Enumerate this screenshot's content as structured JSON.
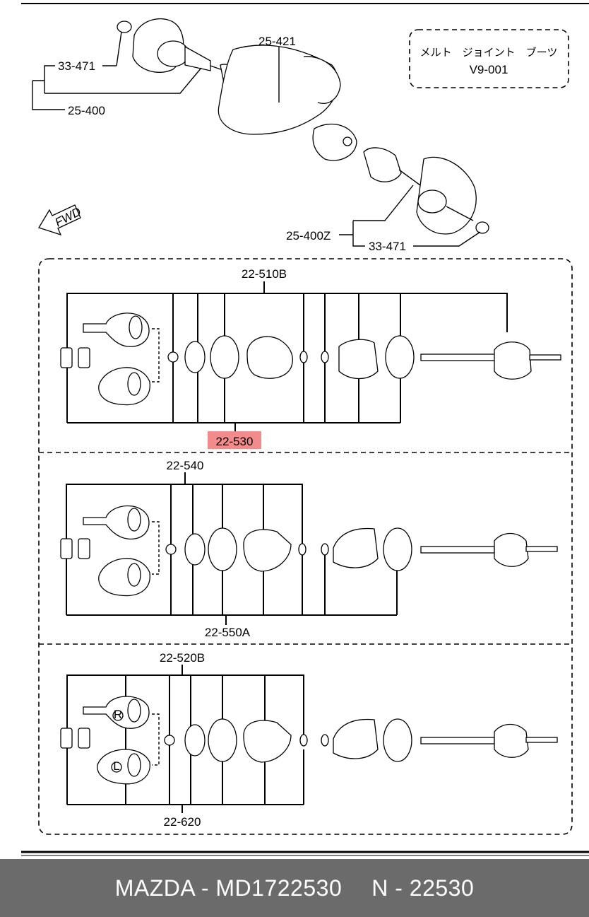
{
  "header_rule": true,
  "note": {
    "line1": "メルト　ジョイント　ブーツ",
    "line2": "V9-001"
  },
  "direction": "FWD",
  "labels": {
    "l33471_left": "33-471",
    "l25400": "25-400",
    "l25421": "25-421",
    "l25400z": "25-400Z",
    "l33471_right": "33-471",
    "l22510b": "22-510B",
    "l22530": "22-530",
    "l22540": "22-540",
    "l22550a": "22-550A",
    "l22520b": "22-520B",
    "l22620": "22-620",
    "joint_r": "R",
    "joint_l": "L"
  },
  "highlight": {
    "part": "22-530",
    "color": "#f28b8b"
  },
  "footer": {
    "brand_part": "MAZDA - MD1722530",
    "code": "N - 22530"
  }
}
